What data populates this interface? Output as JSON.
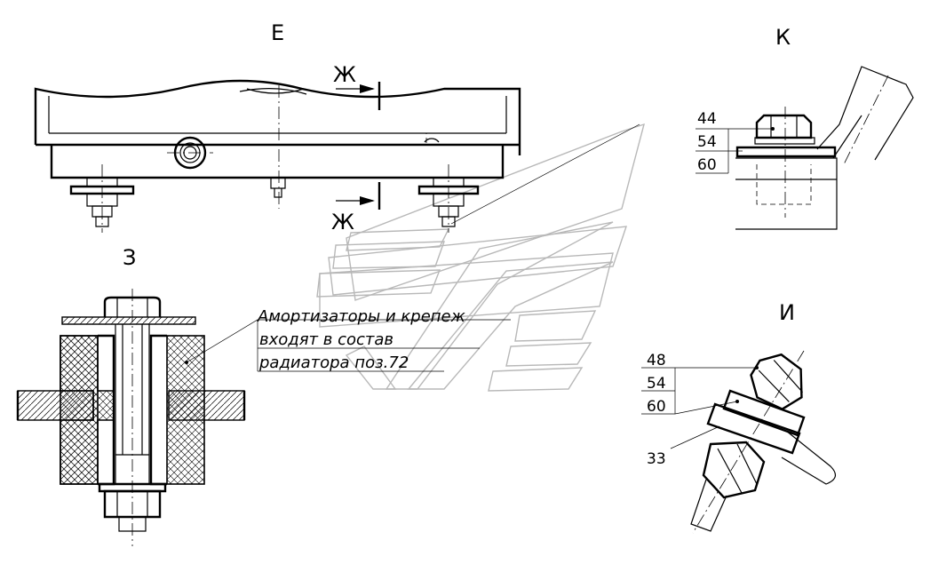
{
  "views": {
    "e": "Е",
    "k": "К",
    "z": "З",
    "i": "И"
  },
  "section_mark": {
    "top": "Ж",
    "bottom": "Ж"
  },
  "view_k": {
    "callouts": [
      "44",
      "54",
      "60"
    ]
  },
  "view_i": {
    "callouts": [
      "48",
      "54",
      "60"
    ],
    "part": "33"
  },
  "note": {
    "lines": [
      "Амортизаторы и крепеж",
      "входят в состав",
      "радиатора поз.72"
    ]
  }
}
